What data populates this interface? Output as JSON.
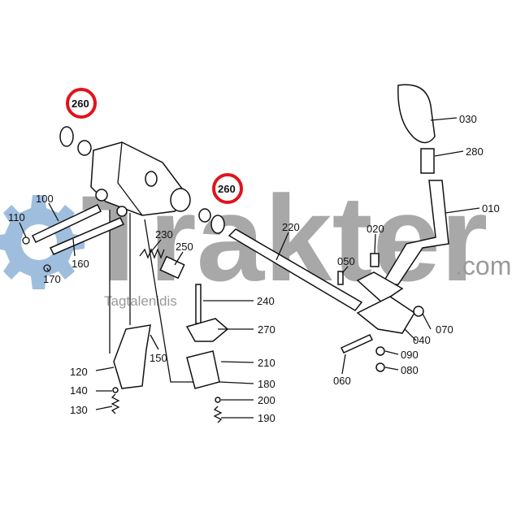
{
  "watermark": {
    "brand": "Trakter",
    "suffix": ".com",
    "credit": "Tagtalenidis",
    "gear_color": "#8fb3d9",
    "text_color": "#9a9a9a"
  },
  "highlight_color": "#e0141b",
  "parts": {
    "p260a": "260",
    "p260b": "260",
    "p030": "030",
    "p280": "280",
    "p010": "010",
    "p100": "100",
    "p110": "110",
    "p170": "170",
    "p160": "160",
    "p230": "230",
    "p250": "250",
    "p220": "220",
    "p020": "020",
    "p050": "050",
    "p240": "240",
    "p270": "270",
    "p070": "070",
    "p040": "040",
    "p090": "090",
    "p080": "080",
    "p060": "060",
    "p120": "120",
    "p150": "150",
    "p210": "210",
    "p180": "180",
    "p200": "200",
    "p190": "190",
    "p140": "140",
    "p130": "130"
  }
}
